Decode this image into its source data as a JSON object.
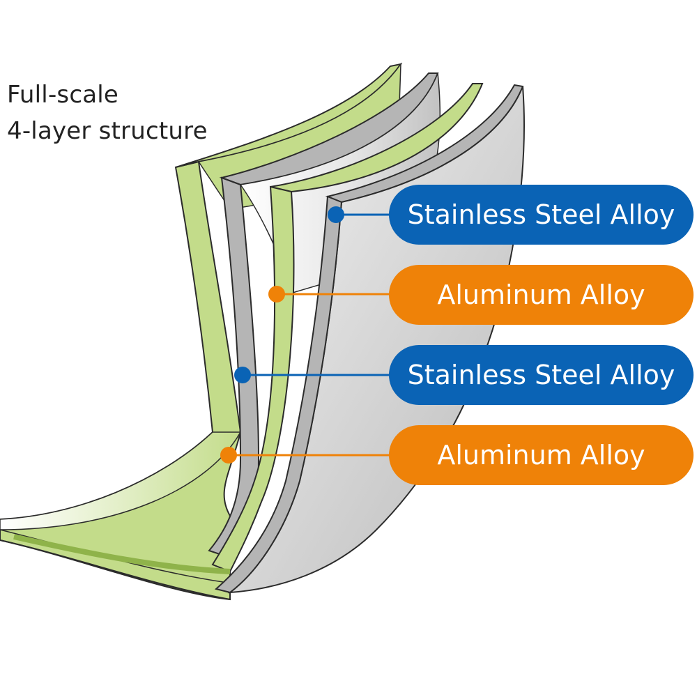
{
  "title": {
    "line1": "Full-scale",
    "line2": "4-layer structure"
  },
  "colors": {
    "stainless": "#0a63b5",
    "aluminum": "#ef8208",
    "green_layer": "#c3dc8a",
    "steel_layer": "#b5b5b5",
    "outline": "#2b2b2b"
  },
  "layers": [
    {
      "label": "Stainless Steel Alloy",
      "material": "stainless"
    },
    {
      "label": "Aluminum Alloy",
      "material": "aluminum"
    },
    {
      "label": "Stainless Steel Alloy",
      "material": "stainless"
    },
    {
      "label": "Aluminum Alloy",
      "material": "aluminum"
    }
  ]
}
